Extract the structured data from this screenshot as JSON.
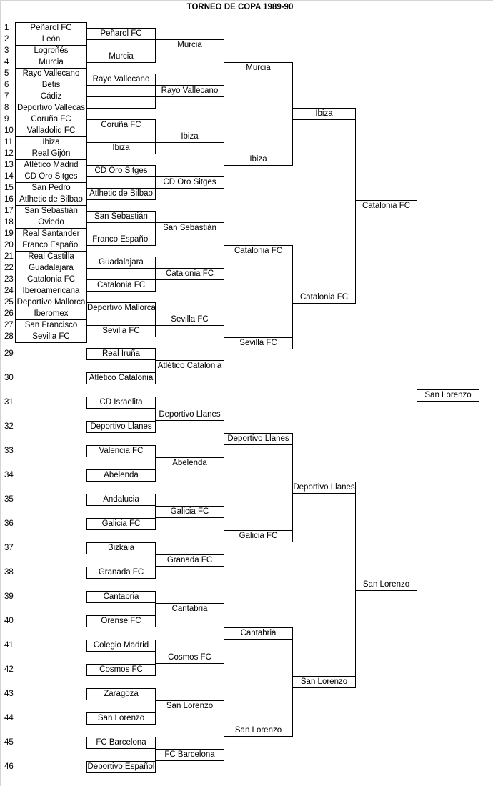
{
  "title": "TORNEO DE COPA 1989-90",
  "first_round": {
    "seeds": [
      "1",
      "2",
      "3",
      "4",
      "5",
      "6",
      "7",
      "8",
      "9",
      "10",
      "11",
      "12",
      "13",
      "14",
      "15",
      "16",
      "17",
      "18",
      "19",
      "20",
      "21",
      "22",
      "23",
      "24",
      "25",
      "26",
      "27",
      "28"
    ],
    "teams": [
      "Peñarol FC",
      "León",
      "Logroñés",
      "Murcia",
      "Rayo Vallecano",
      "Betis",
      "Cádiz",
      "Deportivo Vallecas",
      "Coruña FC",
      "Valladolid FC",
      "Ibiza",
      "Real Gijón",
      "Atlético Madrid",
      "CD Oro Sitges",
      "San Pedro",
      "Atlhetic de Bilbao",
      "San Sebastián",
      "Oviedo",
      "Real Santander",
      "Franco Español",
      "Real Castilla",
      "Guadalajara",
      "Catalonia FC",
      "Iberoamericana",
      "Deportivo Mallorca",
      "Iberomex",
      "San Francisco",
      "Sevilla FC"
    ]
  },
  "bye_seeds": [
    "29",
    "30",
    "31",
    "32",
    "33",
    "34",
    "35",
    "36",
    "37",
    "38",
    "39",
    "40",
    "41",
    "42",
    "43",
    "44",
    "45",
    "46"
  ],
  "rounds": [
    {
      "name": "round-of-32",
      "teams": [
        "Peñarol FC",
        "Murcia",
        "Rayo Vallecano",
        "",
        "Coruña FC",
        "Ibiza",
        "CD Oro Sitges",
        "Atlhetic de Bilbao",
        "San Sebastián",
        "Franco Español",
        "Guadalajara",
        "Catalonia FC",
        "Deportivo Mallorca",
        "Sevilla FC",
        "Real Iruña",
        "Atlético Catalonia",
        "CD Israelita",
        "Deportivo Llanes",
        "Valencia FC",
        "Abelenda",
        "Andalucia",
        "Galicia FC",
        "Bizkaia",
        "Granada FC",
        "Cantabria",
        "Orense FC",
        "Colegio Madrid",
        "Cosmos FC",
        "Zaragoza",
        "San Lorenzo",
        "FC Barcelona",
        "Deportivo Español"
      ]
    },
    {
      "name": "round-of-16",
      "teams": [
        "Murcia",
        "Rayo Vallecano",
        "Ibiza",
        "CD Oro Sitges",
        "San Sebastián",
        "Catalonia FC",
        "Sevilla FC",
        "Atlético Catalonia",
        "Deportivo Llanes",
        "Abelenda",
        "Galicia FC",
        "Granada FC",
        "Cantabria",
        "Cosmos FC",
        "San Lorenzo",
        "FC Barcelona"
      ]
    },
    {
      "name": "quarterfinals",
      "teams": [
        "Murcia",
        "Ibiza",
        "Catalonia FC",
        "Sevilla FC",
        "Deportivo Llanes",
        "Galicia FC",
        "Cantabria",
        "San Lorenzo"
      ]
    },
    {
      "name": "semifinals",
      "teams": [
        "Ibiza",
        "Catalonia FC",
        "Deportivo Llanes",
        "San Lorenzo"
      ]
    },
    {
      "name": "final",
      "teams": [
        "Catalonia FC",
        "San Lorenzo"
      ]
    },
    {
      "name": "champion",
      "teams": [
        "San Lorenzo"
      ]
    }
  ]
}
